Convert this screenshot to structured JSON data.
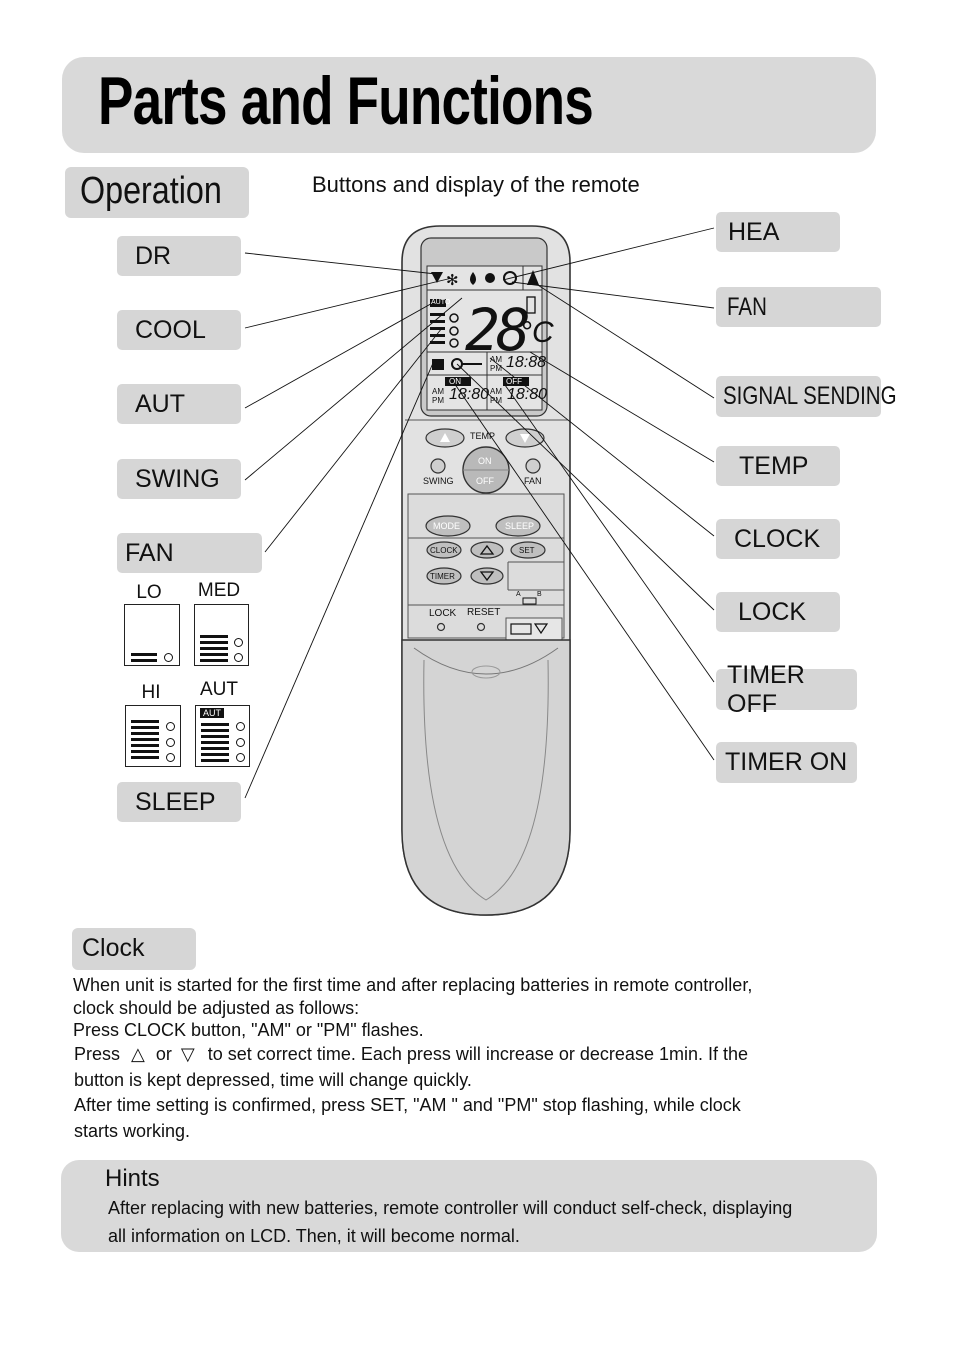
{
  "page": {
    "title": "Parts and Functions",
    "section": "Operation",
    "subtitle": "Buttons and display of the remote"
  },
  "left_labels": {
    "dry": "DR",
    "cool": "COOL",
    "auto": "AUT",
    "swing": "SWING",
    "fan": "FAN",
    "sleep": "SLEEP"
  },
  "fan_speeds": {
    "lo": "LO",
    "med": "MED",
    "hi": "HI",
    "aut": "AUT",
    "aut_tag": "AUT"
  },
  "right_labels": {
    "heat": "HEA",
    "fan": "FAN",
    "signal": "SIGNAL SENDING",
    "temp": "TEMP",
    "clock": "CLOCK",
    "lock": "LOCK",
    "timer_off": "TIMER OFF",
    "timer_on": "TIMER ON"
  },
  "remote": {
    "auto_tag": "AUTO",
    "temp_display": "28",
    "temp_unit": "°C",
    "clock_am": "AM",
    "clock_pm": "PM",
    "clock_value": "18:88",
    "on_tag": "ON",
    "off_tag": "OFF",
    "timer_on_value": "18:80",
    "timer_off_value": "18:80",
    "temp_label": "TEMP",
    "swing_label": "SWING",
    "fan_label": "FAN",
    "power_on": "ON",
    "power_off": "OFF",
    "mode": "MODE",
    "sleep": "SLEEP",
    "clock": "CLOCK",
    "set": "SET",
    "timer": "TIMER",
    "lock": "LOCK",
    "reset": "RESET",
    "switch_a": "A",
    "switch_b": "B"
  },
  "clock_section": {
    "title": "Clock",
    "line1": "When unit is started for the first time and after replacing batteries in remote controller,",
    "line2": "clock should be adjusted as follows:",
    "line3": "Press CLOCK button, \"AM\" or \"PM\" flashes.",
    "line4_a": "Press",
    "line4_b": "or",
    "line4_c": "to set correct time. Each press will increase or decrease 1min. If the",
    "line5": "button is kept depressed, time will change quickly.",
    "line6": "After time setting is confirmed, press SET, \"AM \" and \"PM\" stop flashing, while clock",
    "line7": "starts working."
  },
  "hints": {
    "title": "Hints",
    "line1": "After replacing with new batteries, remote controller will conduct self-check, displaying",
    "line2": "all information on LCD. Then, it will become normal."
  }
}
